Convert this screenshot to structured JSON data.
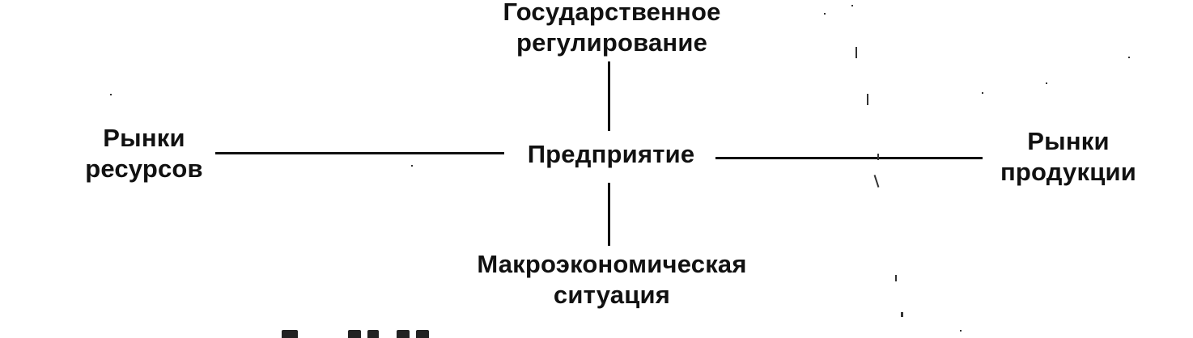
{
  "diagram": {
    "nodes": {
      "top": {
        "lines": [
          "Государственное",
          "регулирование"
        ]
      },
      "center": {
        "lines": [
          "Предприятие"
        ]
      },
      "bottom": {
        "lines": [
          "Макроэкономическая",
          "ситуация"
        ]
      },
      "left": {
        "lines": [
          "Рынки",
          "ресурсов"
        ]
      },
      "right": {
        "lines": [
          "Рынки",
          "продукции"
        ]
      }
    },
    "edges": [
      {
        "from": "center",
        "to": "top"
      },
      {
        "from": "center",
        "to": "bottom"
      },
      {
        "from": "center",
        "to": "left"
      },
      {
        "from": "center",
        "to": "right"
      }
    ],
    "colors": {
      "ink": "#111111",
      "background": "#ffffff"
    }
  }
}
